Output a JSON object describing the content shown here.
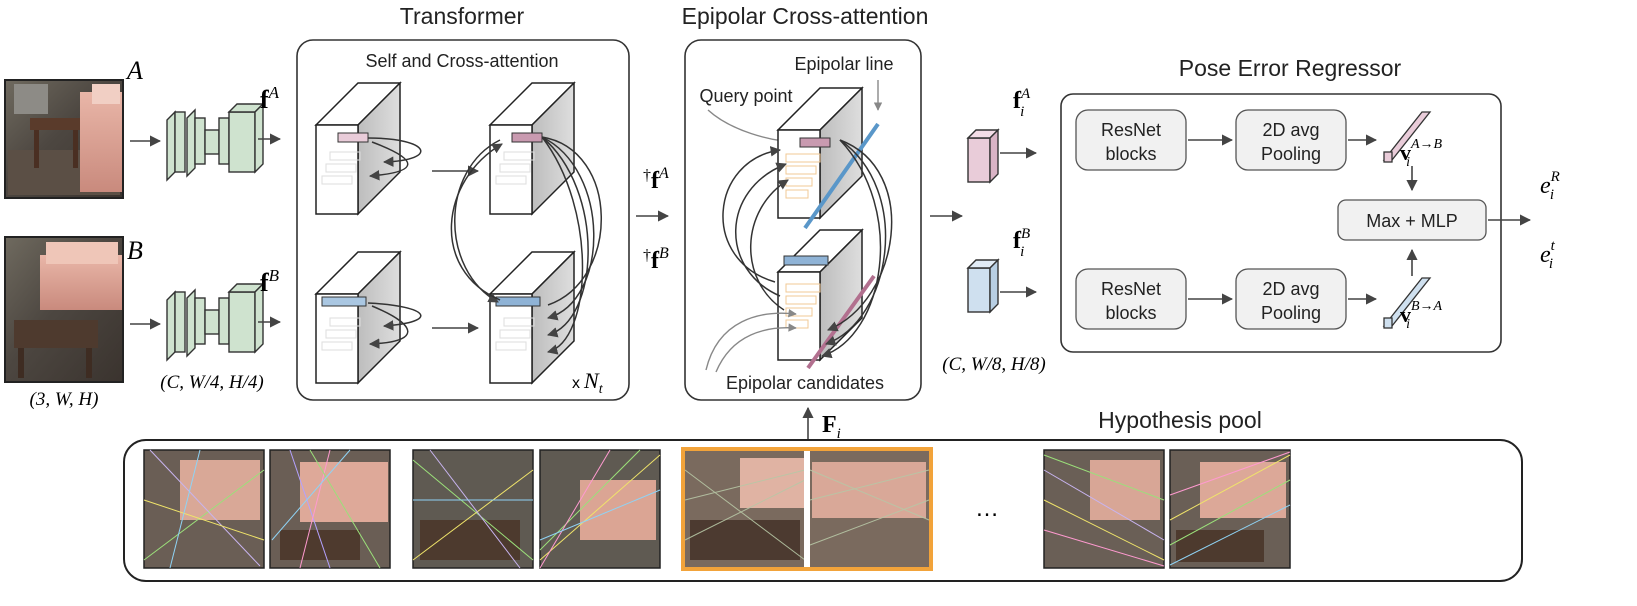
{
  "inputs": {
    "image_a_label": "A",
    "image_b_label": "B",
    "input_shape": "(3, W, H)",
    "feature_a_label": "f",
    "feature_a_sup": "A",
    "feature_b_label": "f",
    "feature_b_sup": "B",
    "cnn_shape": "(C, W/4, H/4)"
  },
  "transformer": {
    "title": "Transformer",
    "inner_title": "Self and Cross-attention",
    "repeat_x": "x",
    "repeat_n": "N",
    "repeat_sub": "t",
    "out_a_dagger": "†",
    "out_a": "f",
    "out_a_sup": "A",
    "out_b_dagger": "†",
    "out_b": "f",
    "out_b_sup": "B"
  },
  "epipolar": {
    "title": "Epipolar Cross-attention",
    "epipolar_line_label": "Epipolar line",
    "query_point_label": "Query point",
    "candidates_label": "Epipolar candidates",
    "fi_label": "F",
    "fi_sub": "i"
  },
  "features_i": {
    "fa_label": "f",
    "fa_sub": "i",
    "fa_sup": "A",
    "fb_label": "f",
    "fb_sub": "i",
    "fb_sup": "B",
    "shape": "(C, W/8, H/8)"
  },
  "regressor": {
    "title": "Pose Error Regressor",
    "resnet_top_line1": "ResNet",
    "resnet_top_line2": "blocks",
    "pool_top_line1": "2D avg",
    "pool_top_line2": "Pooling",
    "resnet_bot_line1": "ResNet",
    "resnet_bot_line2": "blocks",
    "pool_bot_line1": "2D avg",
    "pool_bot_line2": "Pooling",
    "v_top": "v",
    "v_top_sub": "i",
    "v_top_sup": "A→B",
    "v_bot": "v",
    "v_bot_sub": "i",
    "v_bot_sup": "B→A",
    "mlp_label": "Max + MLP",
    "out_r": "e",
    "out_r_sub": "i",
    "out_r_sup": "R",
    "out_t": "e",
    "out_t_sub": "i",
    "out_t_sup": "t"
  },
  "hypothesis": {
    "title": "Hypothesis pool",
    "ellipsis": "…"
  },
  "colors": {
    "cnn_fill": "#cfe3cf",
    "pink_fill": "#e9ccd9",
    "blue_fill": "#cfe0ef",
    "orange_highlight": "#f2a33a",
    "epipolar_blue": "#5a97c9",
    "epipolar_pink": "#b2708f",
    "box_fill": "#f3f3f3"
  }
}
